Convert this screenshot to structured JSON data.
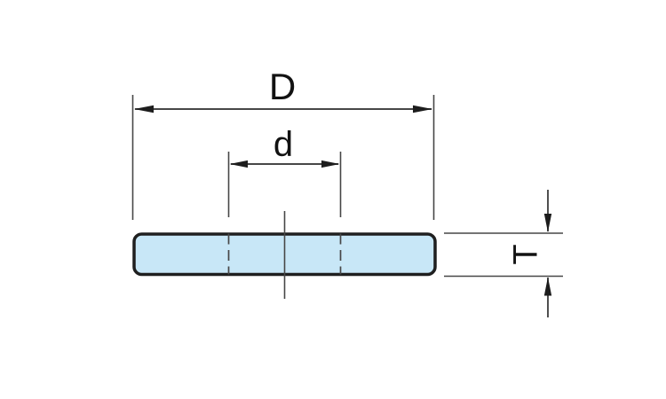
{
  "labels": {
    "outer_diameter": "D",
    "inner_diameter": "d",
    "thickness": "T"
  },
  "colors": {
    "background": "#ffffff",
    "part_fill": "#c8e7f7",
    "part_outline": "#1f1f1f",
    "dimension_line": "#474747",
    "arrow": "#1d1d1d",
    "text_color": "#121212"
  }
}
